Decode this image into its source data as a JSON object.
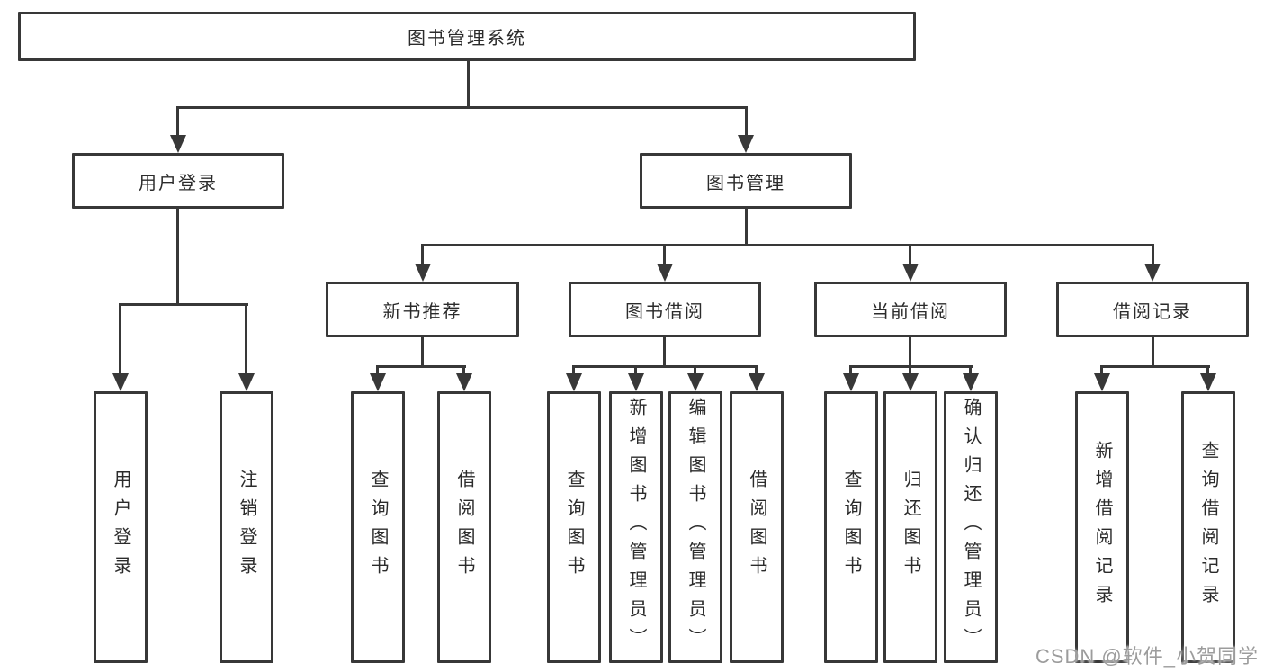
{
  "diagram": {
    "type": "tree",
    "tree": {
      "label": "图书管理系统",
      "children": [
        {
          "label": "用户登录",
          "children": [
            {
              "label": "用户登录"
            },
            {
              "label": "注销登录"
            }
          ]
        },
        {
          "label": "图书管理",
          "children": [
            {
              "label": "新书推荐",
              "children": [
                {
                  "label": "查询图书"
                },
                {
                  "label": "借阅图书"
                }
              ]
            },
            {
              "label": "图书借阅",
              "children": [
                {
                  "label": "查询图书"
                },
                {
                  "label": "新增图书（管理员）"
                },
                {
                  "label": "编辑图书（管理员）"
                },
                {
                  "label": "借阅图书"
                }
              ]
            },
            {
              "label": "当前借阅",
              "children": [
                {
                  "label": "查询图书"
                },
                {
                  "label": "归还图书"
                },
                {
                  "label": "确认归还（管理员）"
                }
              ]
            },
            {
              "label": "借阅记录",
              "children": [
                {
                  "label": "新增借阅记录"
                },
                {
                  "label": "查询借阅记录"
                }
              ]
            }
          ]
        }
      ]
    },
    "colors": {
      "line": "#383838",
      "box_border": "#383838",
      "box_fill": "#ffffff",
      "text": "#2b2b2b",
      "watermark": "#9c9c9c",
      "background": "#ffffff"
    }
  },
  "watermark": {
    "text": "CSDN @软件_小贺同学"
  }
}
